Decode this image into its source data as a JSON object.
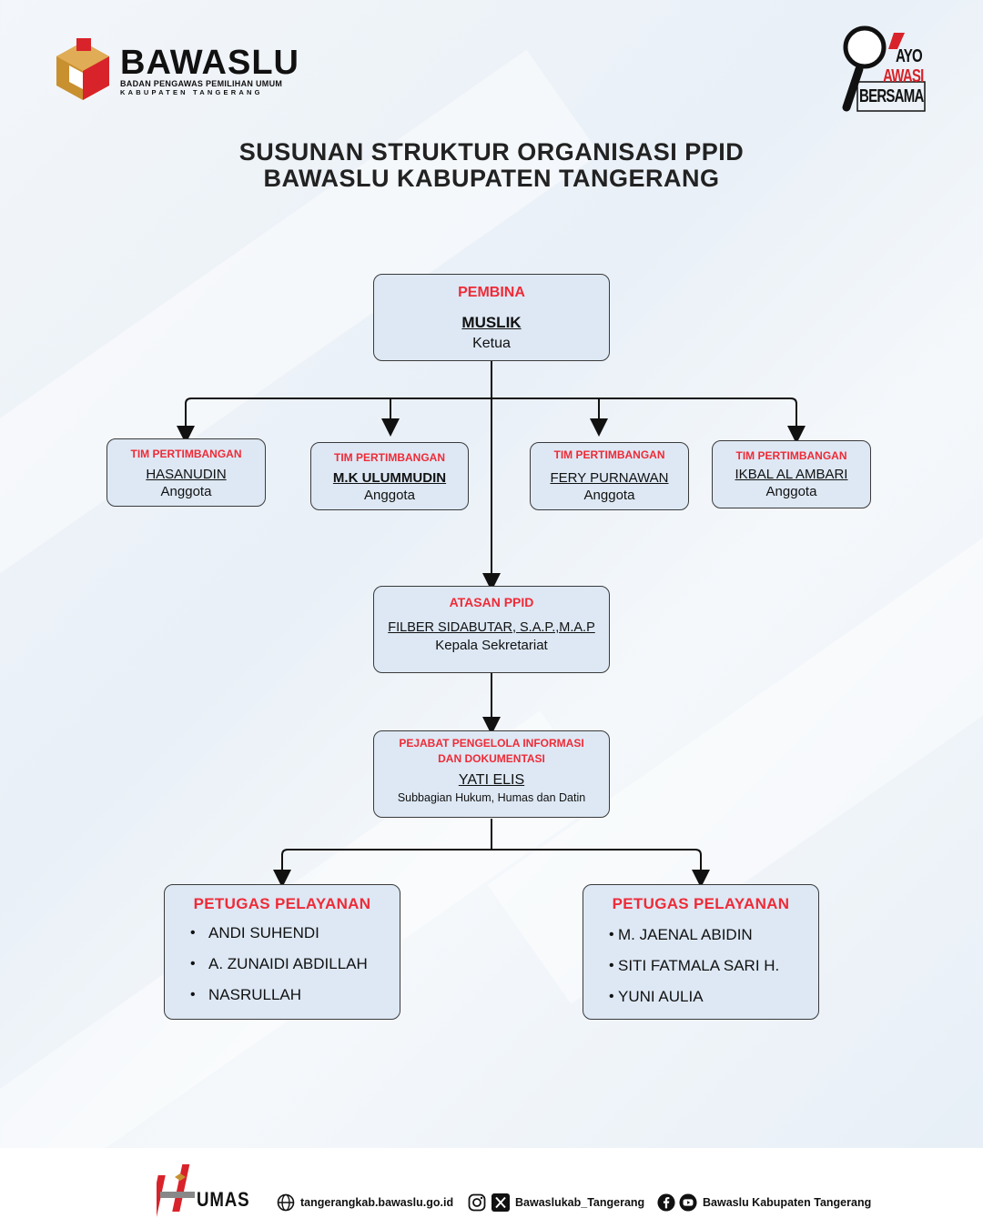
{
  "header": {
    "logo_brand": "BAWASLU",
    "logo_sub1": "BADAN PENGAWAS PEMILIHAN UMUM",
    "logo_sub2": "KABUPATEN TANGERANG",
    "badge_line1": "AYO",
    "badge_line2": "AWASI",
    "badge_line3": "BERSAMA"
  },
  "title": {
    "line1": "SUSUNAN STRUKTUR ORGANISASI PPID",
    "line2": "BAWASLU KABUPATEN TANGERANG"
  },
  "pembina": {
    "role": "PEMBINA",
    "name": "MUSLIK",
    "position": "Ketua"
  },
  "tim": [
    {
      "role": "TIM PERTIMBANGAN",
      "name": "HASANUDIN",
      "position": "Anggota"
    },
    {
      "role": "TIM PERTIMBANGAN",
      "name": "M.K ULUMMUDIN",
      "position": "Anggota"
    },
    {
      "role": "TIM PERTIMBANGAN",
      "name": "FERY PURNAWAN",
      "position": "Anggota"
    },
    {
      "role": "TIM PERTIMBANGAN",
      "name": "IKBAL AL AMBARI",
      "position": "Anggota"
    }
  ],
  "atasan": {
    "role": "ATASAN PPID",
    "name": "FILBER SIDABUTAR, S.A.P.,M.A.P",
    "position": "Kepala Sekretariat"
  },
  "ppid": {
    "role_line1": "PEJABAT PENGELOLA INFORMASI",
    "role_line2": "DAN DOKUMENTASI",
    "name": "YATI ELIS",
    "position": "Subbagian Hukum, Humas dan Datin"
  },
  "petugas": [
    {
      "role": "PETUGAS PELAYANAN",
      "members": [
        "ANDI SUHENDI",
        "A. ZUNAIDI ABDILLAH",
        "NASRULLAH"
      ]
    },
    {
      "role": "PETUGAS PELAYANAN",
      "members": [
        "M. JAENAL ABIDIN",
        "SITI FATMALA SARI H.",
        "YUNI AULIA"
      ]
    }
  ],
  "footer": {
    "humas_logo": "UMAS",
    "website": "tangerangkab.bawaslu.go.id",
    "social_handle": "Bawaslukab_Tangerang",
    "facebook_youtube": "Bawaslu Kabupaten Tangerang"
  },
  "colors": {
    "role_red": "#ee2b37",
    "box_fill": "#dde8f4",
    "brand_gold": "#c8902f",
    "brand_red": "#d8232a"
  }
}
